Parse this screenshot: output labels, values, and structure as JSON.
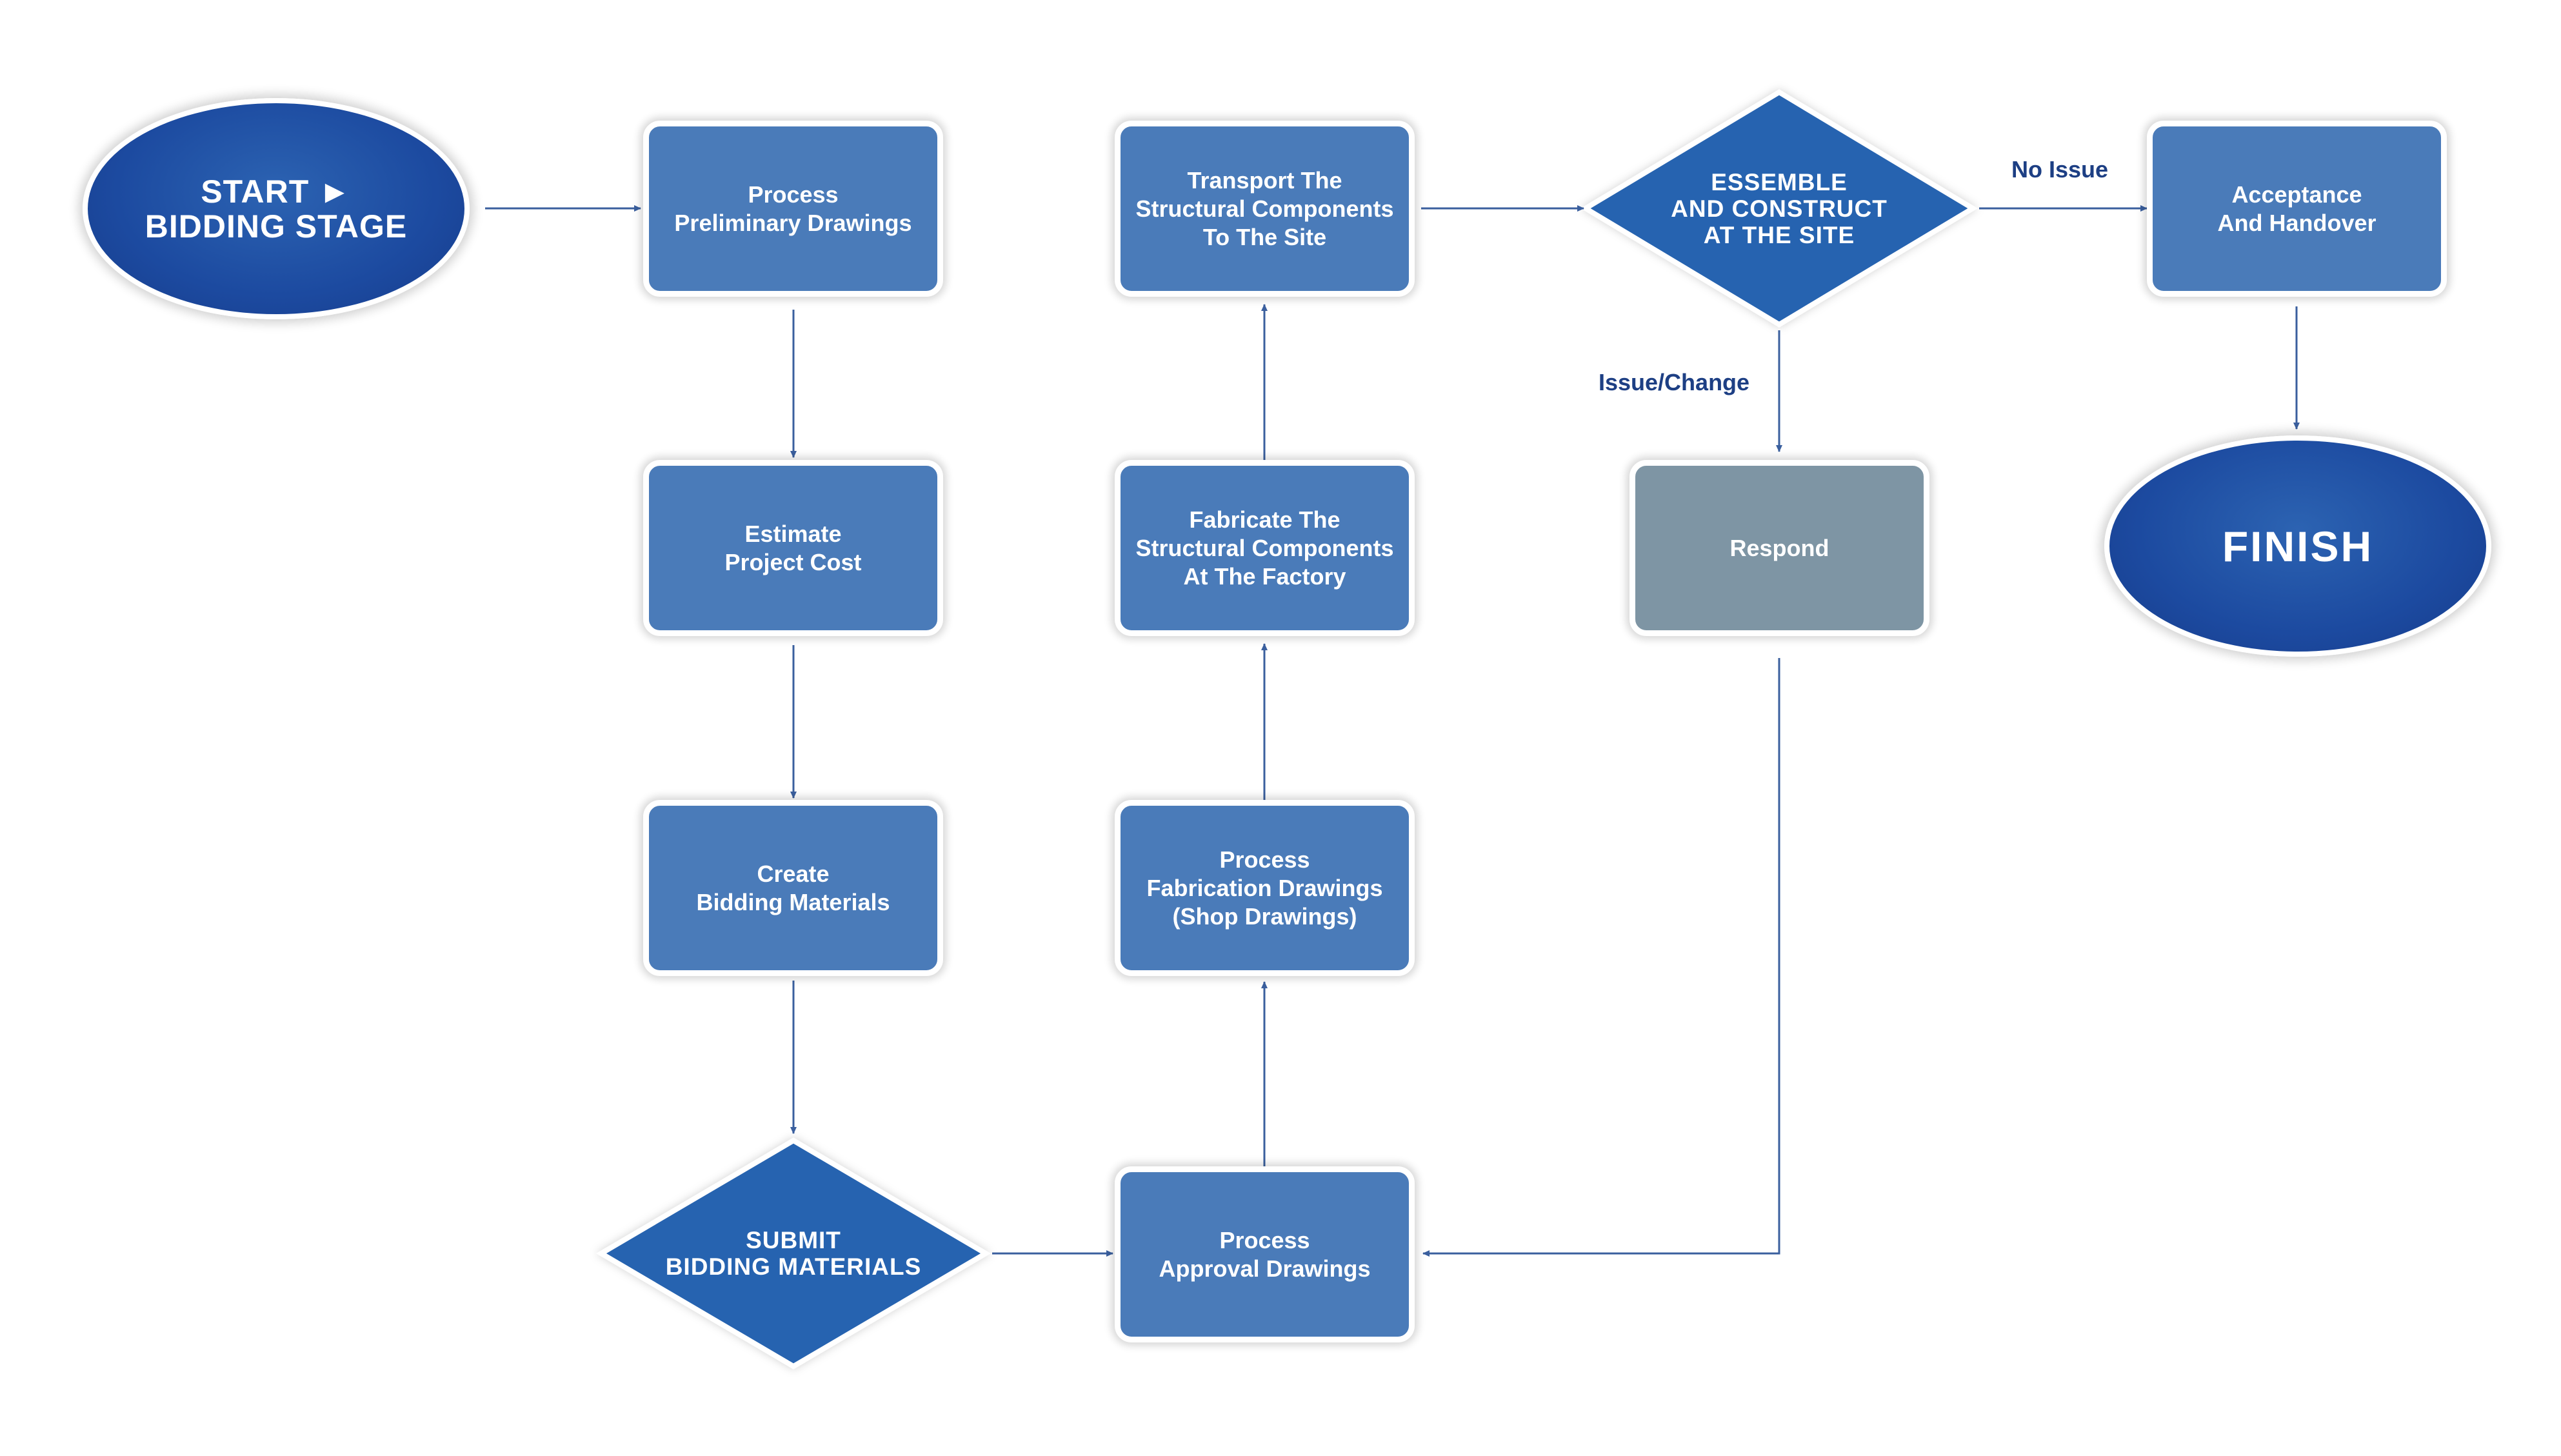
{
  "colors": {
    "box": "#4a7bb9",
    "box_grey": "#7e95a4",
    "dark": "#1d4ba1",
    "diamond": "#2563b0",
    "line": "#3a5f9e",
    "label": "#1d3f84"
  },
  "nodes": {
    "start": "START ►\nBIDDING STAGE",
    "process_preliminary": "Process\nPreliminary Drawings",
    "estimate_cost": "Estimate\nProject Cost",
    "create_bidding": "Create\nBidding Materials",
    "submit_bidding": "SUBMIT\nBIDDING MATERIALS",
    "process_approval": "Process\nApproval Drawings",
    "process_fabrication": "Process\nFabrication Drawings\n(Shop Drawings)",
    "fabricate_components": "Fabricate The\nStructural Components\nAt The Factory",
    "transport_components": "Transport The\nStructural Components\nTo The Site",
    "essemble_construct": "ESSEMBLE\nAND CONSTRUCT\nAT THE SITE",
    "respond": "Respond",
    "acceptance_handover": "Acceptance\nAnd Handover",
    "finish": "FINISH"
  },
  "edge_labels": {
    "no_issue": "No Issue",
    "issue_change": "Issue/Change"
  }
}
